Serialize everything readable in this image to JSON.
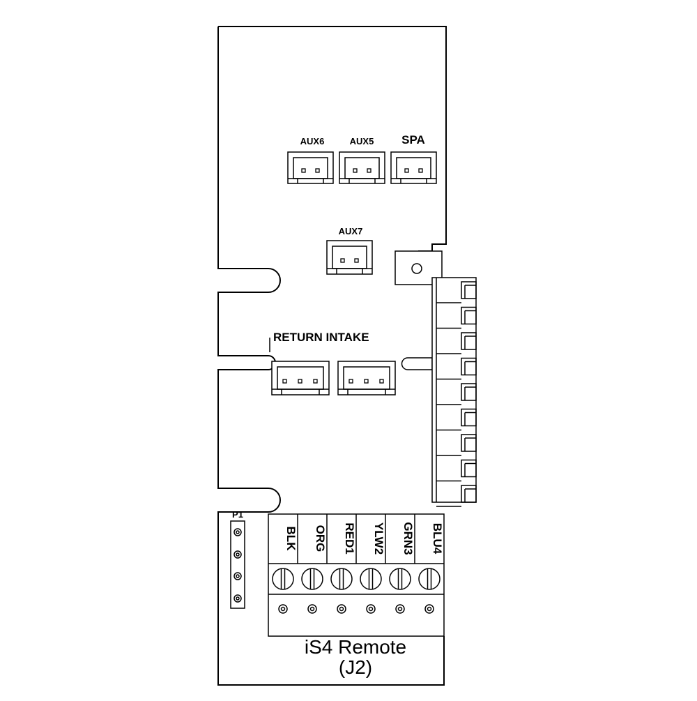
{
  "board": {
    "connectors": {
      "aux6": "AUX6",
      "aux5": "AUX5",
      "spa": "SPA",
      "aux7": "AUX7",
      "return_intake": "RETURN INTAKE"
    },
    "header": {
      "label": "P1"
    },
    "terminals": [
      "BLK",
      "ORG",
      "RED1",
      "YLW2",
      "GRN3",
      "BLU4"
    ],
    "title_line1": "iS4 Remote",
    "title_line2": "(J2)"
  }
}
